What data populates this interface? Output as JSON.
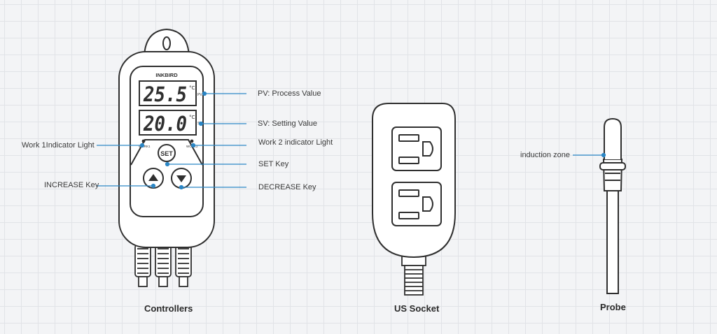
{
  "colors": {
    "line": "#2f2f2f",
    "leader": "#2b86c5",
    "background": "#f3f4f6",
    "grid": "#e1e3e7"
  },
  "controller": {
    "brand": "INKBIRD",
    "pv_value": "25.5",
    "sv_value": "20.0",
    "unit": "°C",
    "pv_tag": "PV",
    "sv_tag": "SV",
    "work1_tag": "WORK1",
    "work2_tag": "WORK2",
    "set_key": "SET",
    "increase_icon": "up-arrow-icon",
    "decrease_icon": "down-arrow-icon"
  },
  "callouts": {
    "pv": "PV: Process Value",
    "sv": "SV: Setting Value",
    "work1": "Work 1Indicator Light",
    "work2": "Work 2 indicator Light",
    "set": "SET Key",
    "increase": "INCREASE Key",
    "decrease": "DECREASE Key",
    "induction": "induction zone"
  },
  "captions": {
    "controllers": "Controllers",
    "socket": "US Socket",
    "probe": "Probe"
  }
}
